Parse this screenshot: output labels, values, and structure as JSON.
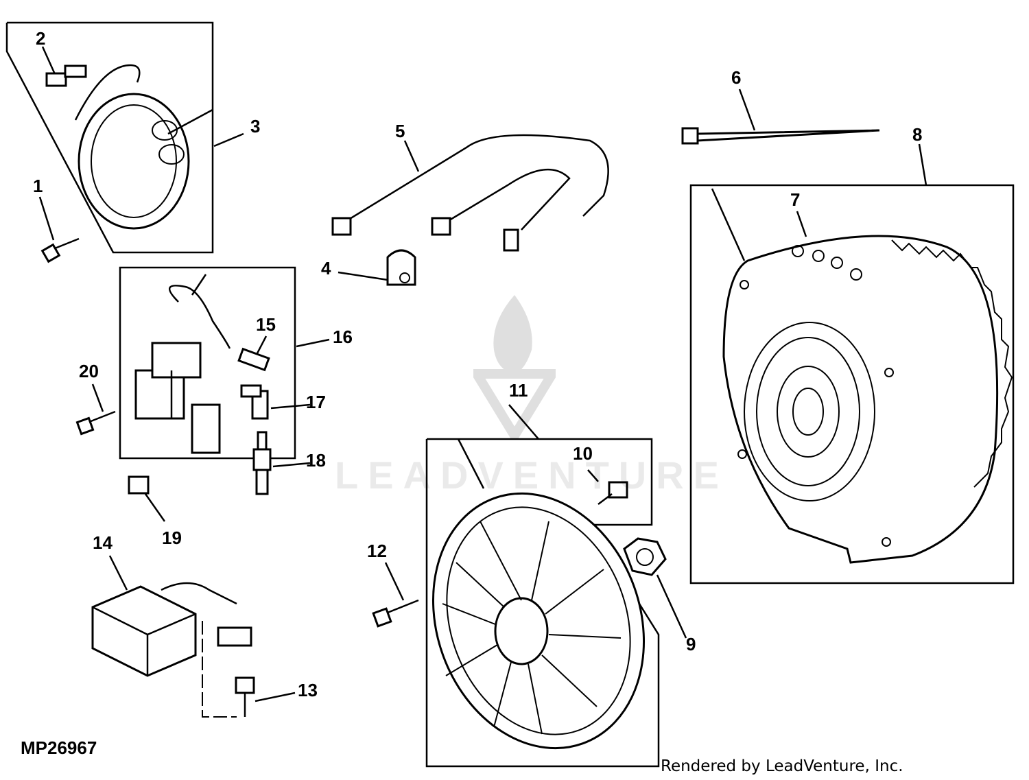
{
  "diagram": {
    "id_label": "MP26967",
    "credit": "Rendered by LeadVenture, Inc.",
    "watermark": "LEADVENTURE"
  },
  "callouts": {
    "c1": "1",
    "c2": "2",
    "c3": "3",
    "c4": "4",
    "c5": "5",
    "c6": "6",
    "c7": "7",
    "c8": "8",
    "c9": "9",
    "c10": "10",
    "c11": "11",
    "c12": "12",
    "c13": "13",
    "c14": "14",
    "c15": "15",
    "c16": "16",
    "c17": "17",
    "c18": "18",
    "c19": "19",
    "c20": "20"
  },
  "colors": {
    "ink": "#000000",
    "paper": "#ffffff"
  }
}
